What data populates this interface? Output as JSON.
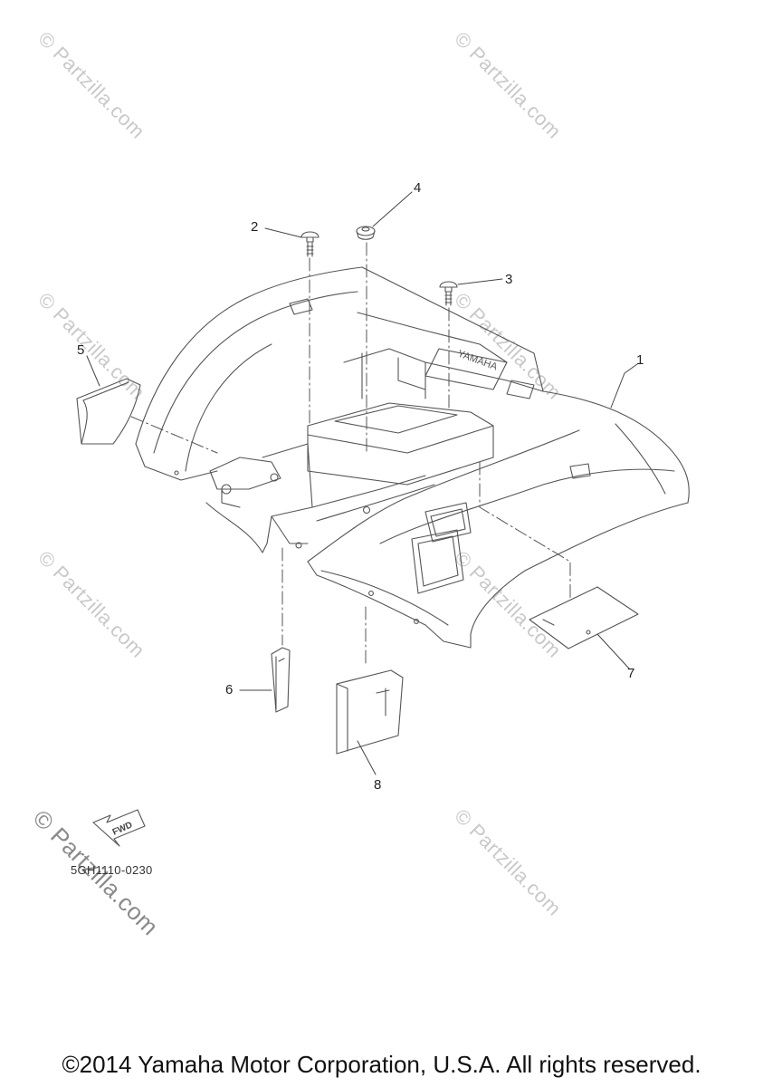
{
  "watermark": "© Partzilla.com",
  "callouts": {
    "c1": "1",
    "c2": "2",
    "c3": "3",
    "c4": "4",
    "c5": "5",
    "c6": "6",
    "c7": "7",
    "c8": "8"
  },
  "stamps": {
    "brand": "YAMAHA",
    "fwd": "FWD"
  },
  "diagram_code": "5GH1110-0230",
  "copyright": "©2014 Yamaha Motor Corporation, U.S.A. All rights reserved."
}
